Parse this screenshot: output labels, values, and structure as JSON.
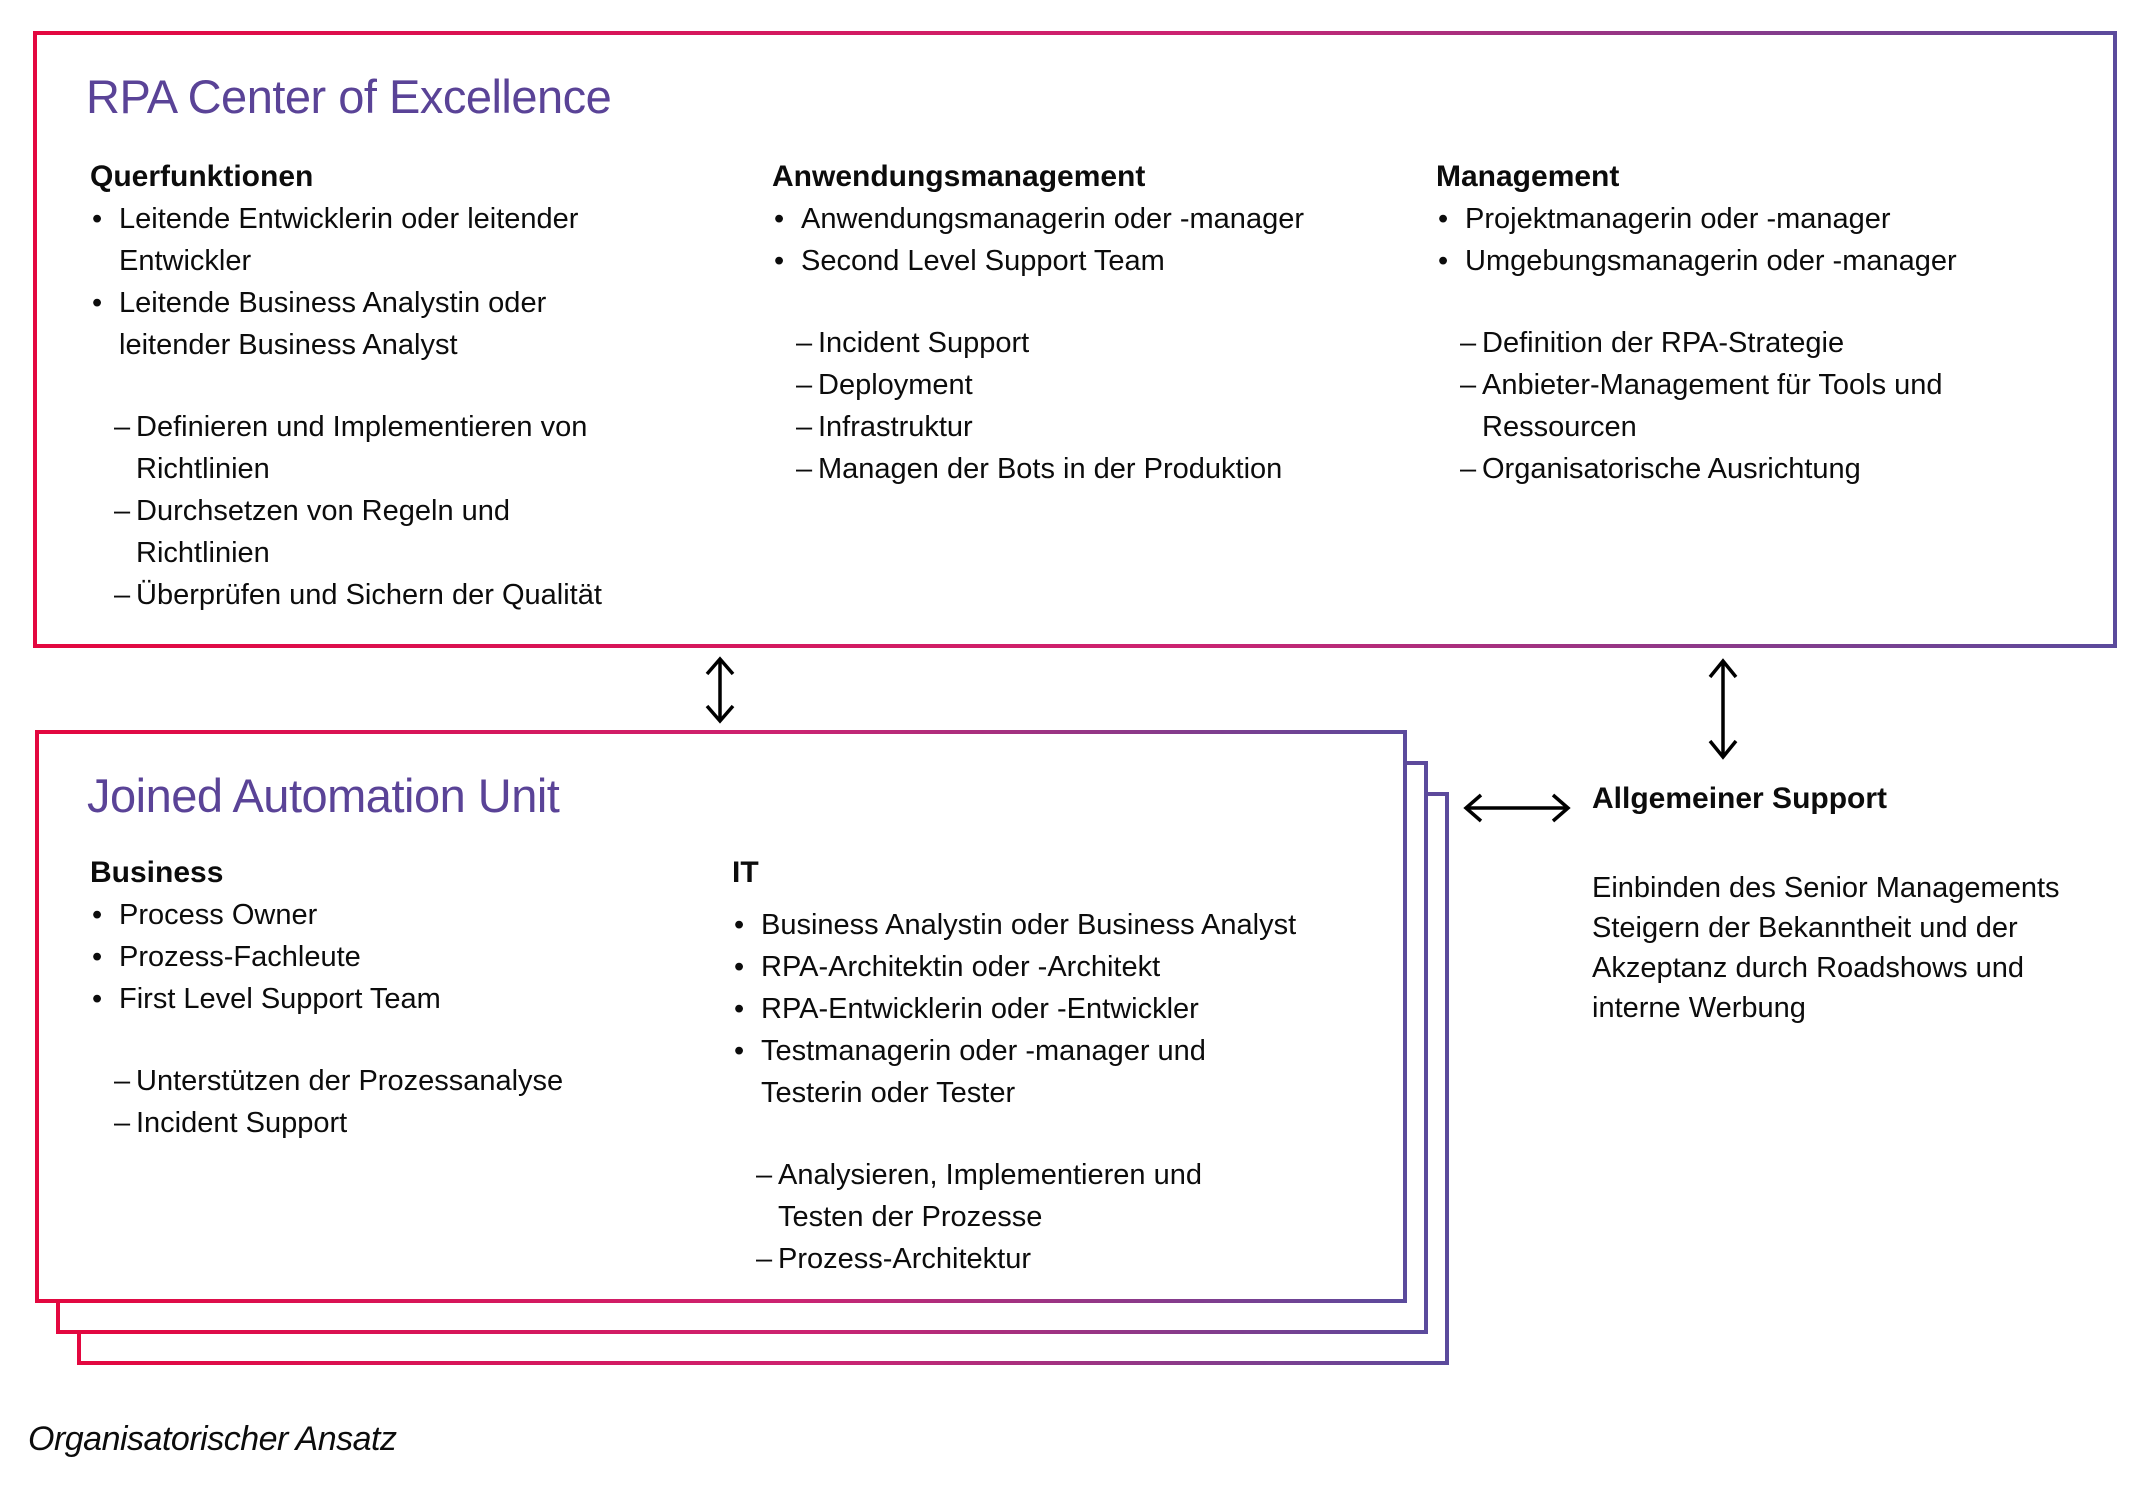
{
  "colors": {
    "accent_red": "#e3073f",
    "accent_magenta": "#cc2371",
    "accent_purple": "#5b4a9c",
    "title_purple": "#5a4397",
    "text": "#0c0c0c"
  },
  "icons": {
    "arrow_between_boxes": "double-arrow-vertical-icon",
    "arrow_top_to_support": "double-arrow-vertical-icon",
    "arrow_unit_to_support": "double-arrow-horizontal-icon"
  },
  "top_box": {
    "title": "RPA Center of Excellence",
    "columns": [
      {
        "heading": "Querfunktionen",
        "items": [
          {
            "type": "bullet",
            "text": "Leitende Entwicklerin oder leitender\nEntwickler"
          },
          {
            "type": "bullet",
            "text": "Leitende Business Analystin oder\nleitender Business Analyst"
          },
          {
            "type": "gap"
          },
          {
            "type": "dash",
            "text": "Definieren und Implementieren von\nRichtlinien"
          },
          {
            "type": "dash",
            "text": "Durchsetzen von Regeln und\nRichtlinien"
          },
          {
            "type": "dash",
            "text": "Überprüfen und Sichern der Qualität"
          }
        ]
      },
      {
        "heading": "Anwendungsmanagement",
        "items": [
          {
            "type": "bullet",
            "text": "Anwendungsmanagerin oder -manager"
          },
          {
            "type": "bullet",
            "text": "Second Level Support Team"
          },
          {
            "type": "gap"
          },
          {
            "type": "dash",
            "text": "Incident Support"
          },
          {
            "type": "dash",
            "text": "Deployment"
          },
          {
            "type": "dash",
            "text": "Infrastruktur"
          },
          {
            "type": "dash",
            "text": "Managen der Bots in der Produktion"
          }
        ]
      },
      {
        "heading": "Management",
        "items": [
          {
            "type": "bullet",
            "text": "Projektmanagerin oder -manager"
          },
          {
            "type": "bullet",
            "text": "Umgebungsmanagerin oder -manager"
          },
          {
            "type": "gap"
          },
          {
            "type": "dash",
            "text": "Definition der RPA-Strategie"
          },
          {
            "type": "dash",
            "text": "Anbieter-Management für Tools und\nRessourcen"
          },
          {
            "type": "dash",
            "text": "Organisatorische Ausrichtung"
          }
        ]
      }
    ]
  },
  "bottom_box": {
    "title": "Joined Automation Unit",
    "columns": [
      {
        "heading": "Business",
        "items": [
          {
            "type": "bullet",
            "text": "Process Owner"
          },
          {
            "type": "bullet",
            "text": "Prozess-Fachleute"
          },
          {
            "type": "bullet",
            "text": "First Level Support Team"
          },
          {
            "type": "gap"
          },
          {
            "type": "dash",
            "text": "Unterstützen der Prozessanalyse"
          },
          {
            "type": "dash",
            "text": "Incident Support"
          }
        ]
      },
      {
        "heading": "IT",
        "items": [
          {
            "type": "head-gap"
          },
          {
            "type": "bullet",
            "text": "Business Analystin oder Business Analyst"
          },
          {
            "type": "bullet",
            "text": "RPA-Architektin oder -Architekt"
          },
          {
            "type": "bullet",
            "text": "RPA-Entwicklerin oder -Entwickler"
          },
          {
            "type": "bullet",
            "text": "Testmanagerin oder -manager und\nTesterin oder Tester"
          },
          {
            "type": "gap"
          },
          {
            "type": "dash",
            "text": "Analysieren, Implementieren und\nTesten der Prozesse"
          },
          {
            "type": "dash",
            "text": "Prozess-Architektur"
          }
        ]
      }
    ]
  },
  "support": {
    "heading": "Allgemeiner Support",
    "body": "Einbinden des Senior Managements\nSteigern der Bekanntheit und der\nAkzeptanz durch Roadshows und\ninterne Werbung"
  },
  "caption": "Organisatorischer Ansatz"
}
